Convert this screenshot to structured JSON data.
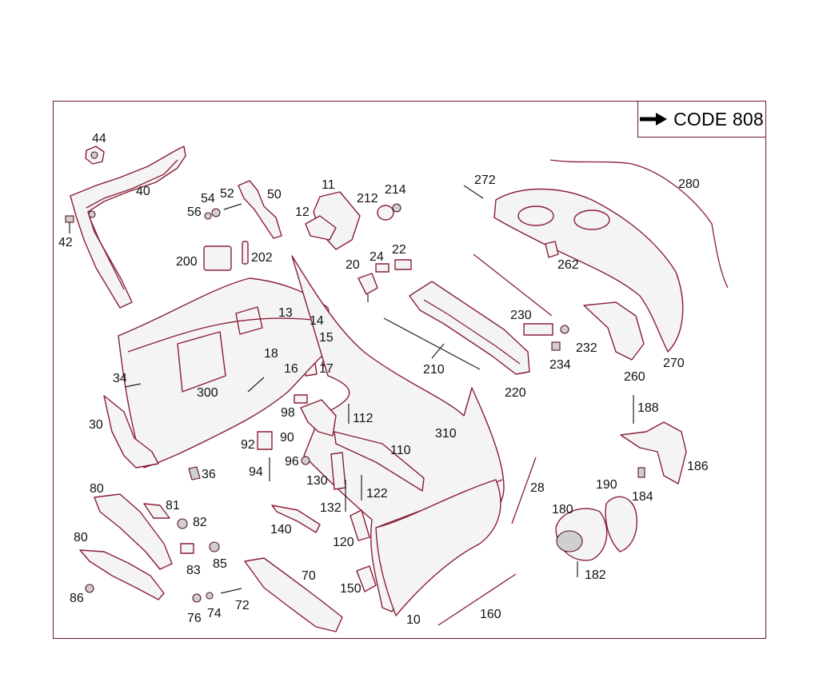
{
  "code_box": {
    "text": "CODE 808",
    "arrow_icon": "right-arrow-icon"
  },
  "parts": [
    "44",
    "40",
    "42",
    "11",
    "12",
    "54",
    "52",
    "50",
    "56",
    "212",
    "214",
    "272",
    "280",
    "20",
    "24",
    "22",
    "200",
    "202",
    "262",
    "13",
    "14",
    "15",
    "18",
    "16",
    "17",
    "230",
    "232",
    "234",
    "300",
    "210",
    "220",
    "260",
    "270",
    "34",
    "98",
    "112",
    "30",
    "90",
    "310",
    "188",
    "92",
    "96",
    "110",
    "186",
    "94",
    "36",
    "130",
    "122",
    "28",
    "80",
    "81",
    "82",
    "132",
    "140",
    "190",
    "184",
    "180",
    "83",
    "85",
    "120",
    "70",
    "182",
    "150",
    "86",
    "76",
    "74",
    "72",
    "160",
    "10"
  ],
  "colors": {
    "outline": "#8a1e35",
    "frame": "#6b1a2a",
    "fill": "#f4f4f4",
    "text": "#111111"
  }
}
